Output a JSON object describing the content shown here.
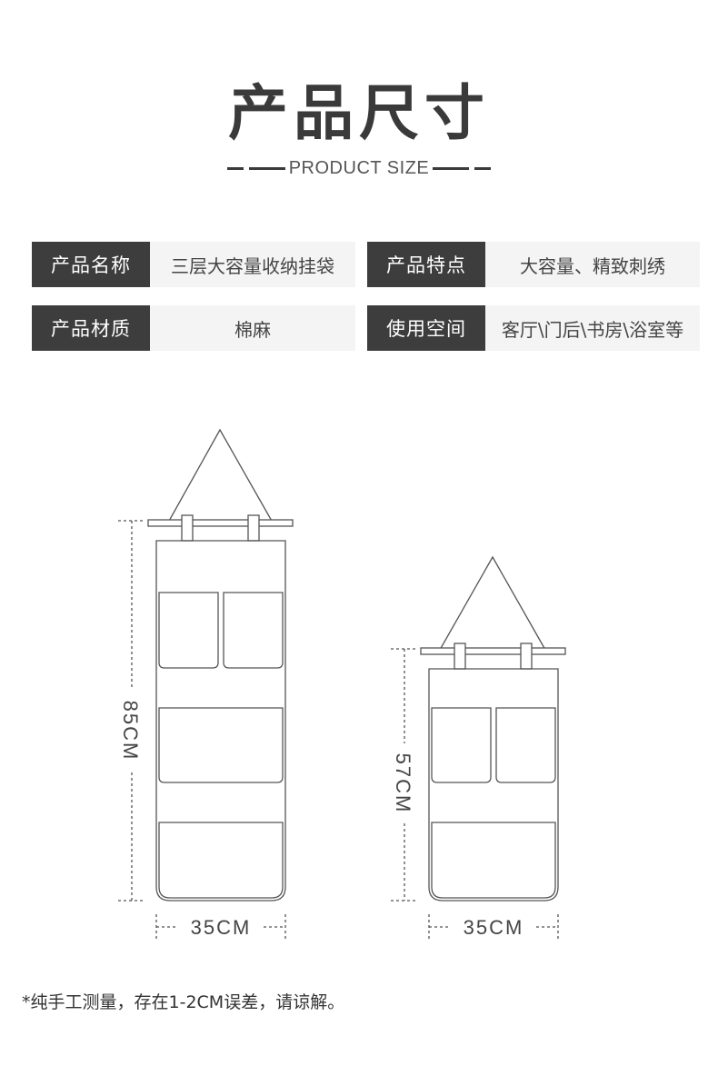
{
  "header": {
    "title": "产品尺寸",
    "subtitle": "PRODUCT SIZE"
  },
  "specs": [
    {
      "label": "产品名称",
      "value": "三层大容量收纳挂袋"
    },
    {
      "label": "产品特点",
      "value": "大容量、精致刺绣"
    },
    {
      "label": "产品材质",
      "value": "棉麻"
    },
    {
      "label": "使用空间",
      "value": "客厅\\门后\\书房\\浴室等"
    }
  ],
  "diagram": {
    "large": {
      "height_label": "85CM",
      "width_label": "35CM",
      "pockets_rows": 3
    },
    "small": {
      "height_label": "57CM",
      "width_label": "35CM",
      "pockets_rows": 2
    }
  },
  "note": "*纯手工测量，存在1-2CM误差，请谅解。",
  "colors": {
    "label_bg": "#3d3d3d",
    "value_bg": "#f4f4f4",
    "line": "#555555"
  }
}
